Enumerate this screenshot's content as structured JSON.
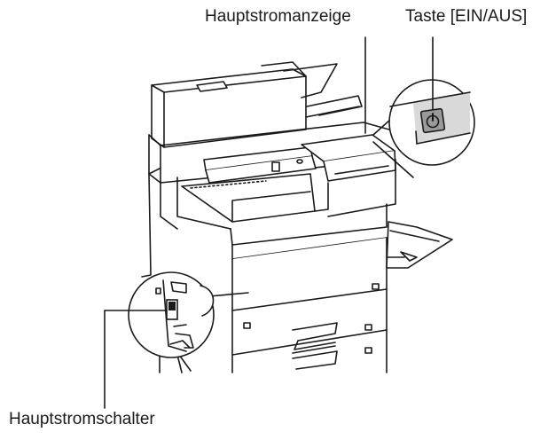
{
  "labels": {
    "main_power_indicator": "Hauptstromanzeige",
    "power_button": "Taste [EIN/AUS]",
    "main_power_switch": "Hauptstromschalter"
  },
  "colors": {
    "line": "#1a1a1a",
    "body_fill": "#ffffff",
    "shade": "#d9d9d9",
    "button_fill": "#9a9a9a"
  },
  "icons": {
    "power_button": "power-icon",
    "main_switch": "rocker-switch-icon"
  }
}
